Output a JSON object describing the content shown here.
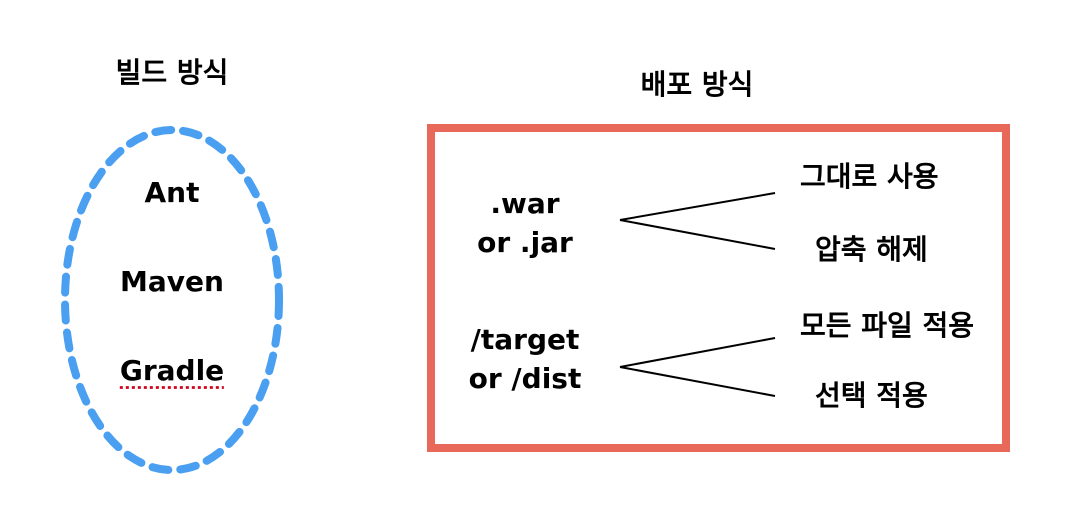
{
  "build_section": {
    "title": "빌드 방식",
    "tools": [
      "Ant",
      "Maven",
      "Gradle"
    ],
    "outline_color": "#4a9ff0"
  },
  "deploy_section": {
    "title": "배포 방식",
    "box_color": "#e8685a",
    "groups": [
      {
        "source_line1": ".war",
        "source_line2": "or .jar",
        "targets": [
          "그대로 사용",
          "압축 해제"
        ]
      },
      {
        "source_line1": "/target",
        "source_line2": "or /dist",
        "targets": [
          "모든 파일 적용",
          "선택 적용"
        ]
      }
    ]
  }
}
